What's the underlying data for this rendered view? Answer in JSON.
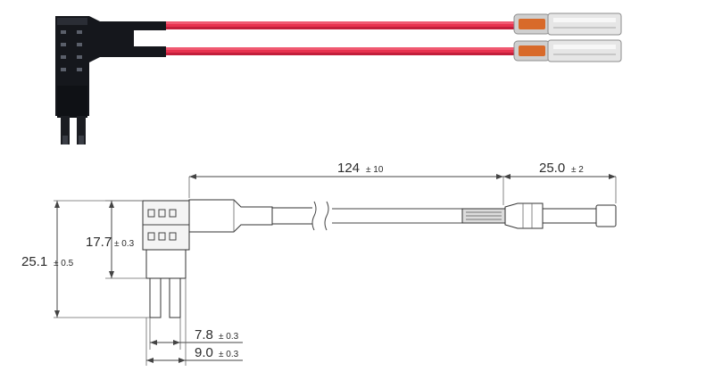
{
  "colors": {
    "wire": "#e8324f",
    "wire_dark": "#b81a36",
    "plug_body": "#15171c",
    "terminal_sleeve": "#d9d9d9",
    "terminal_core": "#d86a2a",
    "background": "#ffffff"
  },
  "dimensions": {
    "wire_length": {
      "value": "124",
      "tolerance": "± 10"
    },
    "terminal_length": {
      "value": "25.0",
      "tolerance": "± 2"
    },
    "total_height": {
      "value": "25.1",
      "tolerance": "± 0.5"
    },
    "body_height": {
      "value": "17.7",
      "tolerance": "± 0.3"
    },
    "blade_width": {
      "value": "7.8",
      "tolerance": "± 0.3"
    },
    "body_width": {
      "value": "9.0",
      "tolerance": "± 0.3"
    }
  }
}
